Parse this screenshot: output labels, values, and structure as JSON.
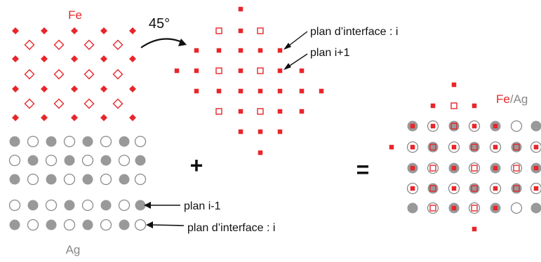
{
  "labels": {
    "fe": "Fe",
    "ag": "Ag",
    "angle": "45°",
    "plus": "+",
    "equals": "=",
    "plane_interface_top": "plan d’interface : i",
    "plane_next": "plan i+1",
    "plane_prev": "plan i-1",
    "plane_interface_bottom": "plan d’interface : i",
    "result_fe": "Fe",
    "result_slash_ag": "/Ag"
  },
  "colors": {
    "fe": "#e8262a",
    "ag_fill": "#999999",
    "ag_stroke": "#8a8a8a",
    "text": "#111111",
    "ag_label": "#888888"
  }
}
